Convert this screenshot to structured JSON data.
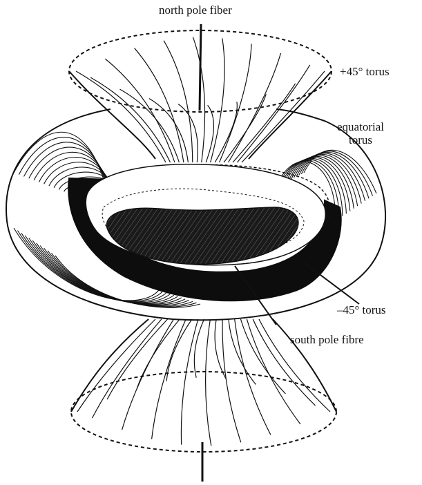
{
  "labels": {
    "north_pole": "north pole fiber",
    "plus45_torus": "+45° torus",
    "equatorial_line1": "equatorial",
    "equatorial_line2": "torus",
    "minus45_torus": "–45° torus",
    "south_pole": "south pole fibre"
  },
  "colors": {
    "ink": "#111111",
    "background": "#ffffff",
    "shadow": "#0d0d0d",
    "hatch": "#3a3a3a"
  }
}
